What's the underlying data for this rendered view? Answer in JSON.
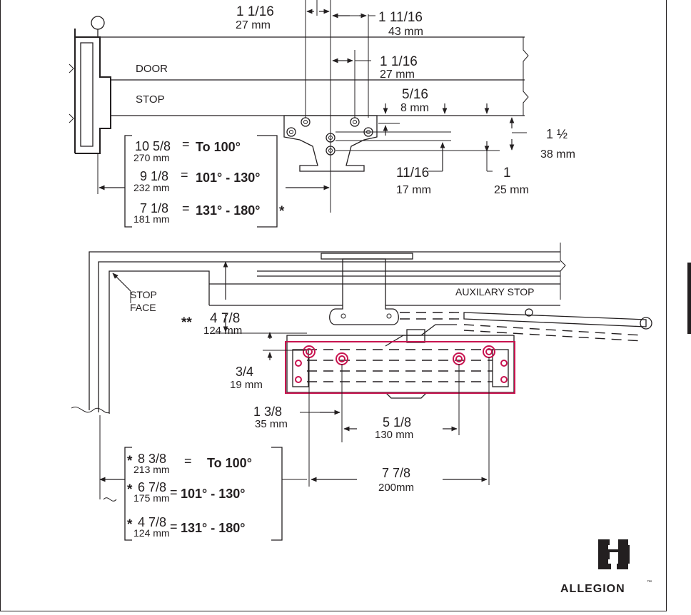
{
  "top_view": {
    "dim_a": {
      "imperial": "1 1/16",
      "metric": "27 mm"
    },
    "dim_b": {
      "imperial": "1 11/16",
      "metric": "43 mm"
    },
    "dim_c": {
      "imperial": "1 1/16",
      "metric": "27 mm"
    },
    "dim_d": {
      "imperial": "5/16",
      "metric": "8 mm"
    },
    "dim_e": {
      "imperial": "1 ½",
      "metric": "38 mm"
    },
    "dim_f": {
      "imperial": "11/16",
      "metric": "17 mm"
    },
    "dim_g": {
      "imperial": "1",
      "metric": "25 mm"
    },
    "door_label": "DOOR",
    "stop_label": "STOP",
    "table": [
      {
        "imperial": "10 5/8",
        "metric": "270 mm",
        "eq": "=",
        "angle": "To 100°",
        "star": ""
      },
      {
        "imperial": "9 1/8",
        "metric": "232 mm",
        "eq": "=",
        "angle": "101° - 130°",
        "star": ""
      },
      {
        "imperial": "7 1/8",
        "metric": "181 mm",
        "eq": "=",
        "angle": "131° - 180°",
        "star": "*"
      }
    ]
  },
  "bottom_view": {
    "stop_face_line1": "STOP",
    "stop_face_line2": "FACE",
    "auxiliary_stop": "AUXILARY STOP",
    "dim_height": {
      "stars": "**",
      "imperial": "4 7/8",
      "metric": "124 mm"
    },
    "dim_small": {
      "imperial": "3/4",
      "metric": "19 mm"
    },
    "dim_left": {
      "imperial": "1 3/8",
      "metric": "35 mm"
    },
    "dim_mid": {
      "imperial": "5 1/8",
      "metric": "130 mm"
    },
    "dim_long": {
      "imperial": "7 7/8",
      "metric": "200mm"
    },
    "table": [
      {
        "star": "*",
        "imperial": "8 3/8",
        "metric": "213 mm",
        "eq": "=",
        "angle": "To 100°"
      },
      {
        "star": "*",
        "imperial": "6 7/8",
        "metric": "175 mm",
        "eq": "=",
        "angle": "101° - 130°"
      },
      {
        "star": "*",
        "imperial": "4 7/8",
        "metric": "124 mm",
        "eq": "=",
        "angle": "131° - 180°"
      }
    ]
  },
  "brand": {
    "name": "ALLEGION",
    "trademark": "™",
    "highlight_color": "#c8134f",
    "logo_icon": "allegion-logo-icon"
  }
}
